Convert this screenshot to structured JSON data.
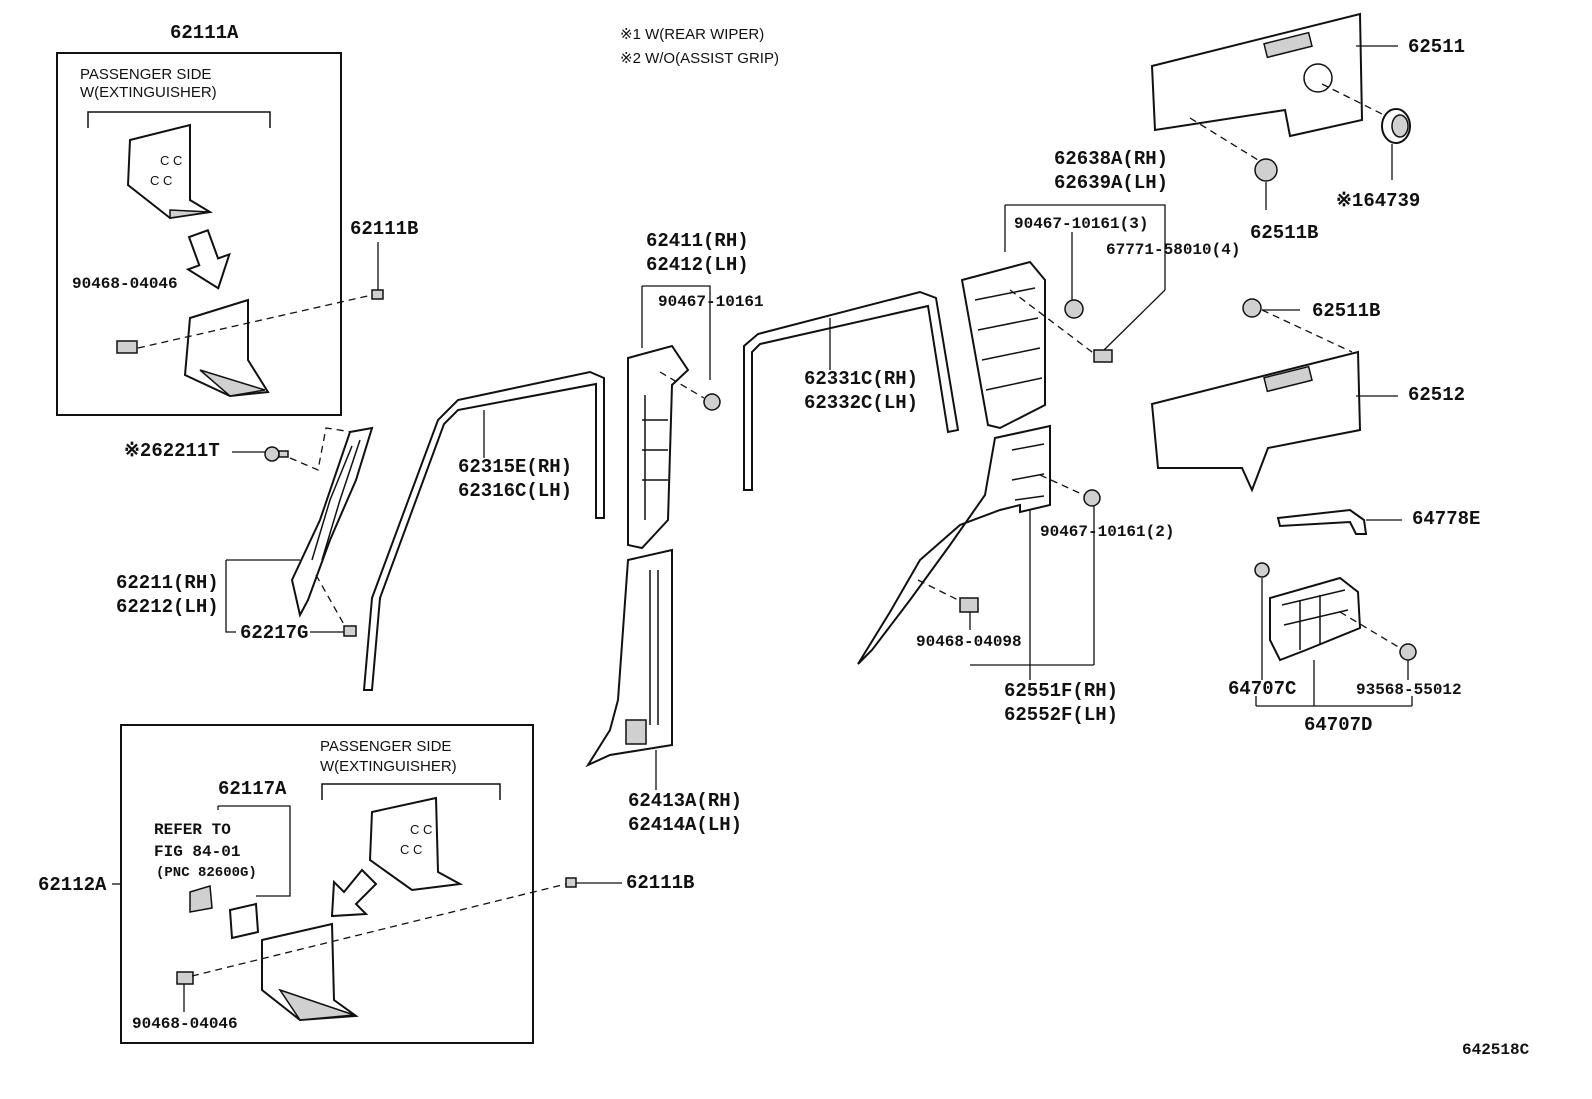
{
  "notes": {
    "note1": "※1 W(REAR WIPER)",
    "note2": "※2 W/O(ASSIST GRIP)"
  },
  "inset_top": {
    "header": "62111A",
    "side_label_1": "PASSENGER SIDE",
    "side_label_2": "W(EXTINGUISHER)",
    "clip": "90468-04046"
  },
  "inset_bottom": {
    "header": "62112A",
    "side_label_1": "PASSENGER SIDE",
    "side_label_2": "W(EXTINGUISHER)",
    "sub_part": "62117A",
    "refer_1": "REFER TO",
    "refer_2": "FIG 84-01",
    "refer_3": "(PNC 82600G)",
    "clip": "90468-04046"
  },
  "labels": {
    "p62111B_top": "62111B",
    "p62111B_bottom": "62111B",
    "p62211T": "※262211T",
    "p62211_rh": "62211(RH)",
    "p62212_lh": "62212(LH)",
    "p62217G": "62217G",
    "p62315E_rh": "62315E(RH)",
    "p62316C_lh": "62316C(LH)",
    "p62411_rh": "62411(RH)",
    "p62412_lh": "62412(LH)",
    "p90467_10161": "90467-10161",
    "p62413A_rh": "62413A(RH)",
    "p62414A_lh": "62414A(LH)",
    "p62331C_rh": "62331C(RH)",
    "p62332C_lh": "62332C(LH)",
    "p62638A_rh": "62638A(RH)",
    "p62639A_lh": "62639A(LH)",
    "p90467_10161_3": "90467-10161(3)",
    "p67771_58010_4": "67771-58010(4)",
    "p90467_10161_2": "90467-10161(2)",
    "p90468_04098": "90468-04098",
    "p62551F_rh": "62551F(RH)",
    "p62552F_lh": "62552F(LH)",
    "p62511": "62511",
    "p62511B_a": "62511B",
    "p64739": "※164739",
    "p62511B_b": "62511B",
    "p62512": "62512",
    "p64778E": "64778E",
    "p64707C": "64707C",
    "p93568_55012": "93568-55012",
    "p64707D": "64707D"
  },
  "figure_code": "642518C"
}
